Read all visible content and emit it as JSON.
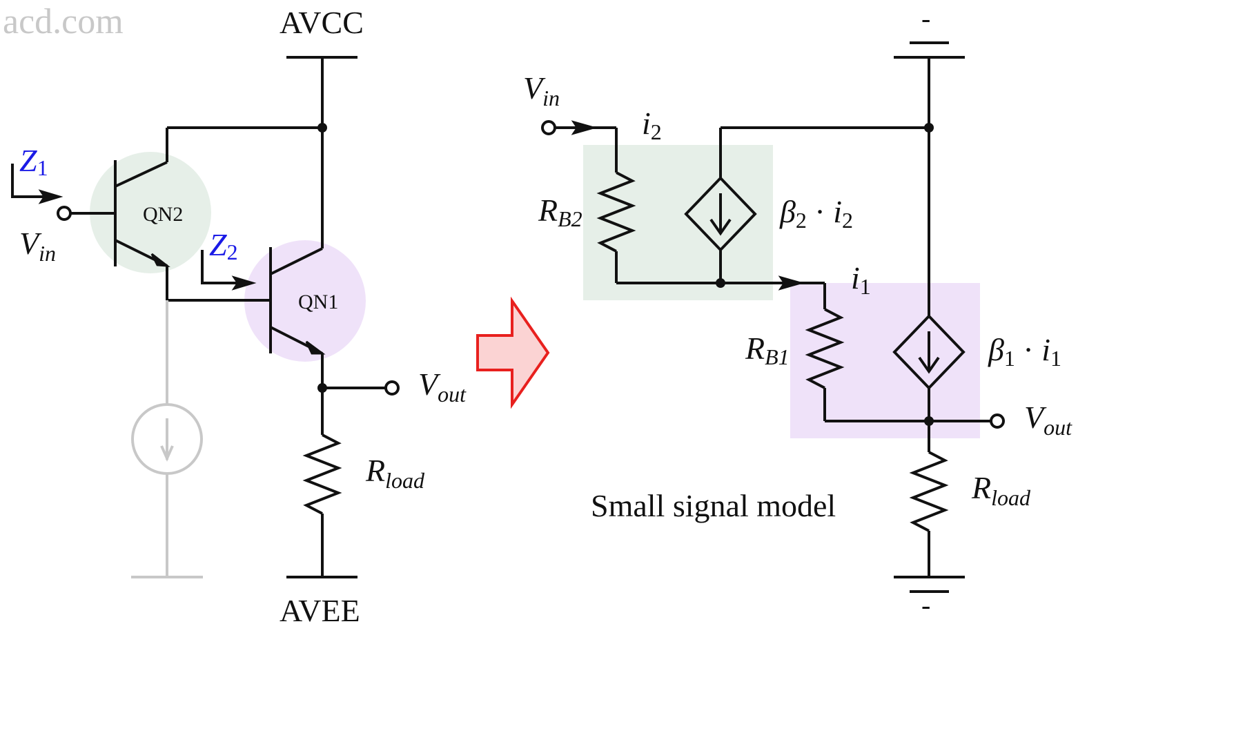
{
  "watermark": "acd.com",
  "left_circuit": {
    "supply_top": "AVCC",
    "supply_bottom": "AVEE",
    "transistor_a": "QN2",
    "transistor_b": "QN1",
    "z1": {
      "main": "Z",
      "sub": "1"
    },
    "z2": {
      "main": "Z",
      "sub": "2"
    },
    "vin": {
      "main": "V",
      "sub": "in"
    },
    "vout": {
      "main": "V",
      "sub": "out"
    },
    "rload": {
      "main": "R",
      "sub": "load"
    }
  },
  "right_model": {
    "title": "Small signal model",
    "vin": {
      "main": "V",
      "sub": "in"
    },
    "vout": {
      "main": "V",
      "sub": "out"
    },
    "i2": {
      "main": "i",
      "sub": "2"
    },
    "i1": {
      "main": "i",
      "sub": "1"
    },
    "rb2": {
      "main": "R",
      "sub": "B2"
    },
    "rb1": {
      "main": "R",
      "sub": "B1"
    },
    "src2": {
      "beta": "β",
      "beta_sub": "2",
      "dot": " · ",
      "cur": "i",
      "cur_sub": "2"
    },
    "src1": {
      "beta": "β",
      "beta_sub": "1",
      "dot": " · ",
      "cur": "i",
      "cur_sub": "1"
    },
    "rload": {
      "main": "R",
      "sub": "load"
    },
    "ground_minus_top": "-",
    "ground_minus_bottom": "-"
  },
  "colors": {
    "wire": "#111111",
    "gray_wire": "#c8c8c8",
    "qn2_highlight": "#e6efe8",
    "qn1_highlight": "#efe2f9",
    "arrow_fill": "#fbd3d3",
    "arrow_stroke": "#e8201e",
    "z_label": "#1a1ae6"
  }
}
